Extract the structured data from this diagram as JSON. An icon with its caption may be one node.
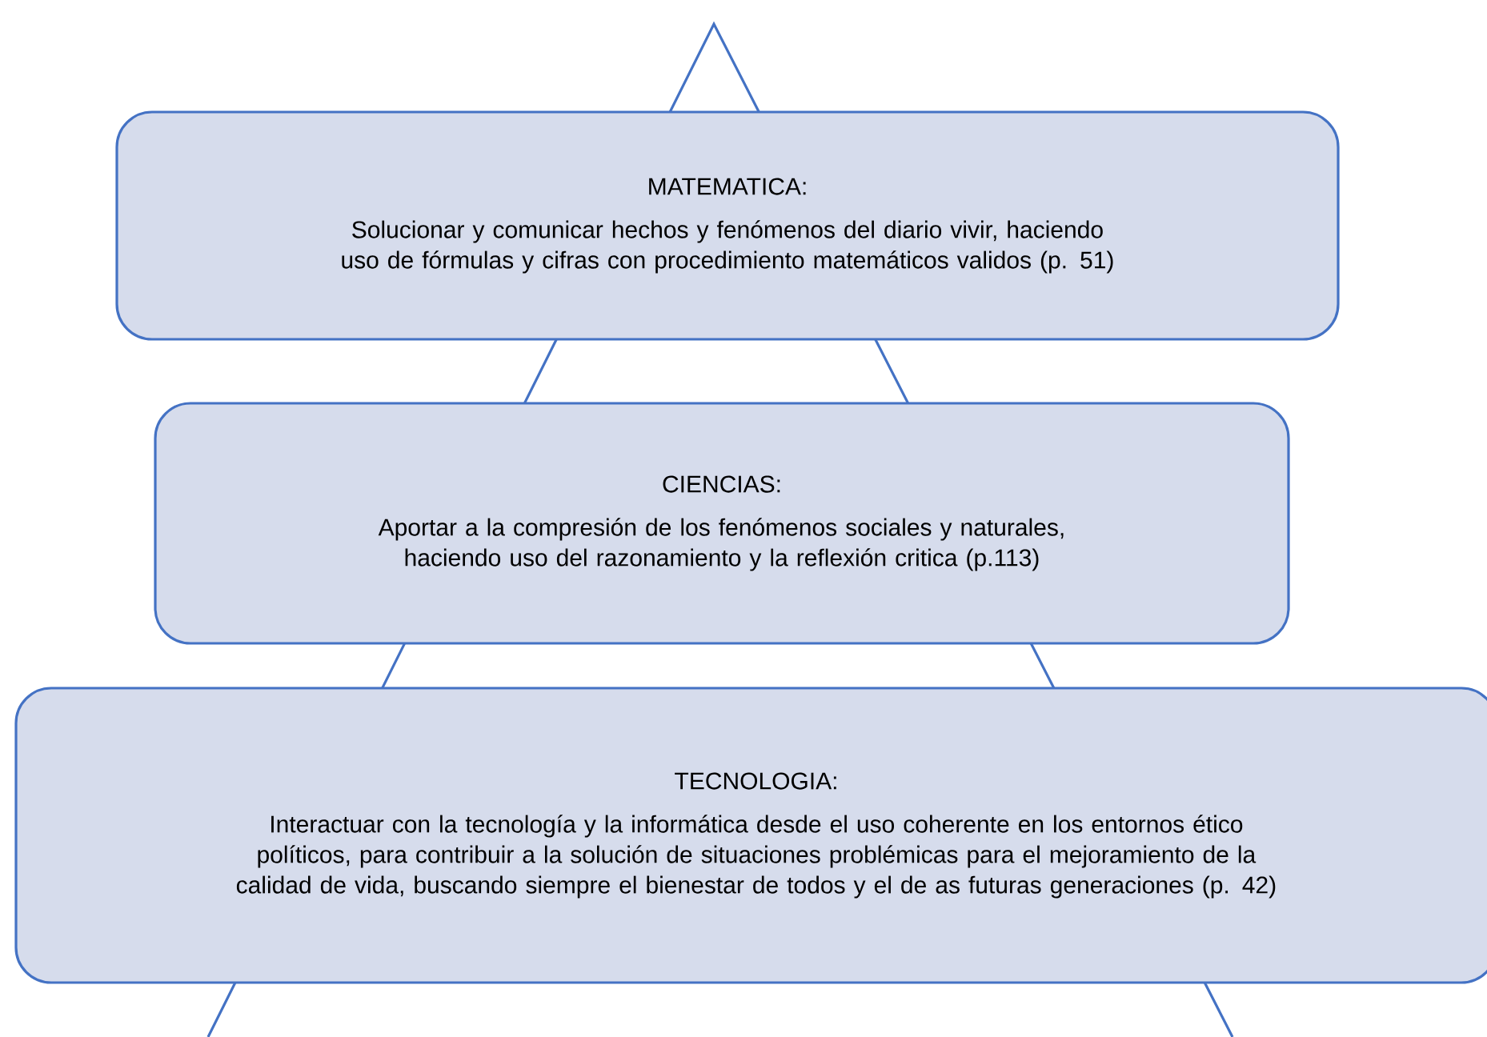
{
  "diagram": {
    "nodes": [
      {
        "text": [
          "MATEMATICA:",
          "Solucionar y comunicar hechos y fenómenos del diario vivir, haciendo uso de fórmulas y cifras con procedimiento matemáticos validos (p. 51)"
        ]
      },
      {
        "text": [
          "CIENCIAS:",
          "Aportar a la compresión de los fenómenos sociales y naturales, haciendo uso del razonamiento y la reflexión critica (p.113)"
        ]
      },
      {
        "text": [
          "TECNOLOGIA:",
          "Interactuar con la tecnología y la informática desde el uso coherente en los entornos ético políticos, para contribuir a la solución de situaciones problémicas para el mejoramiento de la calidad de vida, buscando siempre el bienestar de todos y el de as futuras generaciones (p. 42)"
        ]
      }
    ]
  }
}
